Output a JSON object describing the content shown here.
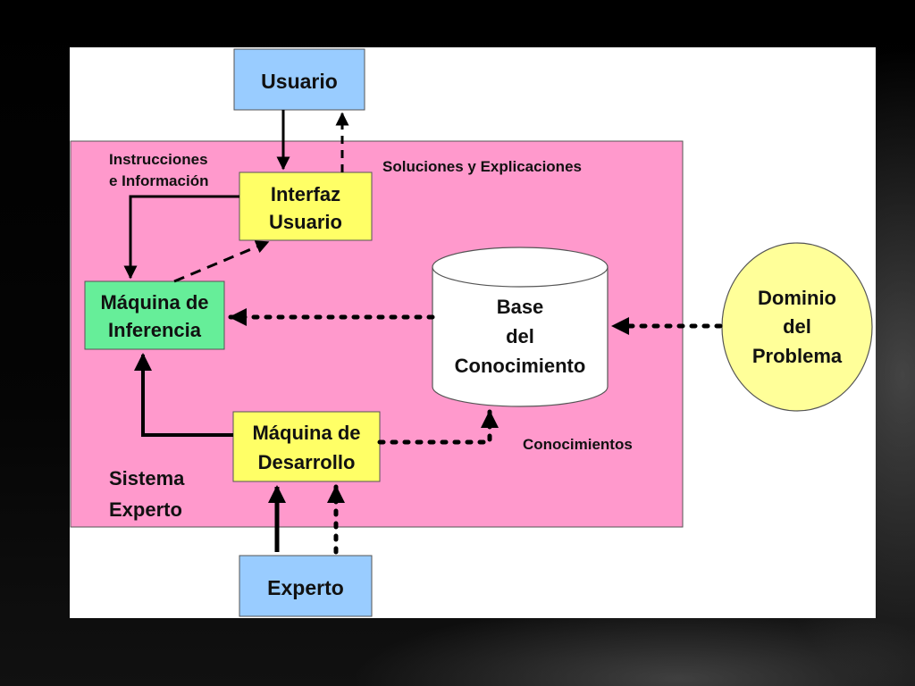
{
  "nodes": {
    "usuario": "Usuario",
    "interfaz": [
      "Interfaz",
      "Usuario"
    ],
    "inferencia": [
      "Máquina de",
      "Inferencia"
    ],
    "base": [
      "Base",
      "del",
      "Conocimiento"
    ],
    "desarrollo": [
      "Máquina de",
      "Desarrollo"
    ],
    "experto": "Experto",
    "dominio": [
      "Dominio",
      "del",
      "Problema"
    ]
  },
  "labels": {
    "instrucciones": [
      "Instrucciones",
      "e Información"
    ],
    "soluciones": "Soluciones y Explicaciones",
    "conocimientos": "Conocimientos",
    "sistema": [
      "Sistema",
      "Experto"
    ]
  },
  "colors": {
    "system_bg": "#ff99cc",
    "user_box": "#99ccff",
    "interface_box": "#ffff66",
    "inference_box": "#66ee99",
    "dominio_ellipse": "#ffff99"
  }
}
